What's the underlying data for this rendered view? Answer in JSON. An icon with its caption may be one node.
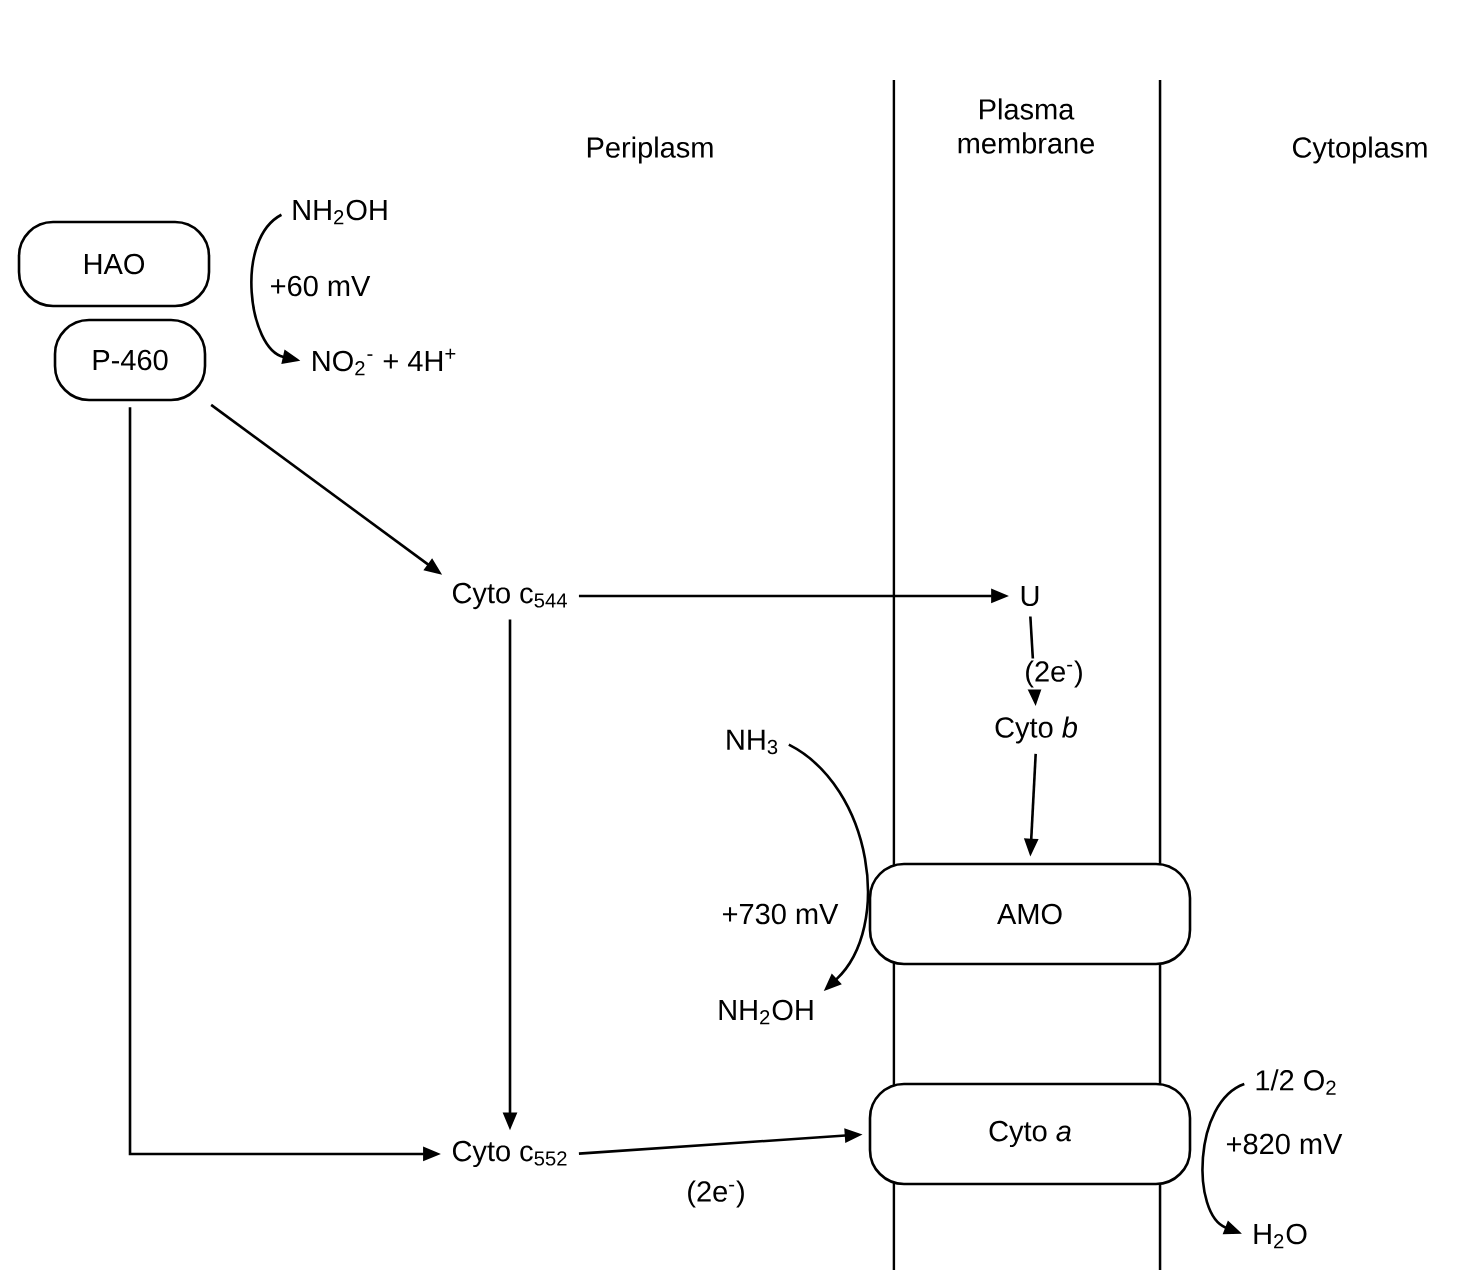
{
  "diagram": {
    "nodes": [
      {
        "text": [
          "HAO"
        ]
      },
      {
        "text": [
          "P-460"
        ]
      },
      {
        "text": [
          "Cyto c$_{544}$"
        ]
      },
      {
        "text": [
          "U"
        ]
      },
      {
        "text": [
          "Cyto *b*"
        ]
      },
      {
        "text": [
          "AMO"
        ]
      },
      {
        "text": [
          "Cyto c$_{552}$"
        ]
      },
      {
        "text": [
          "Cyto *a*"
        ]
      },
      {
        "text": [
          "NH$_{2}$OH"
        ]
      },
      {
        "text": [
          "NO$_{2}$$^{-}$ + 4H$^{+}$"
        ]
      },
      {
        "text": [
          "NH$_{3}$"
        ]
      },
      {
        "text": [
          "NH$_{2}$OH"
        ]
      },
      {
        "text": [
          "1/2 O$_{2}$"
        ]
      },
      {
        "text": [
          "H$_{2}$O"
        ]
      }
    ],
    "edges": [
      {
        "from": 1,
        "to": 2,
        "arrow": "to"
      },
      {
        "from": 2,
        "to": 3,
        "arrow": "to"
      },
      {
        "from": 3,
        "to": 4,
        "arrow": "to",
        "label": "(2e$^{-}$)"
      },
      {
        "from": 4,
        "to": 5,
        "arrow": "to"
      },
      {
        "from": 2,
        "to": 6,
        "arrow": "to"
      },
      {
        "from": 1,
        "to": 6,
        "arrow": "to"
      },
      {
        "from": 6,
        "to": 7,
        "arrow": "to",
        "label": "(2e$^{-}$)"
      },
      {
        "from": 8,
        "to": 9,
        "arrow": "to",
        "label": "+60 mV"
      },
      {
        "from": 10,
        "to": 11,
        "arrow": "to",
        "label": "+730 mV"
      },
      {
        "from": 12,
        "to": 13,
        "arrow": "to",
        "label": "+820 mV"
      }
    ],
    "labels": [
      "Periplasm",
      "Plasma membrane",
      "Cytoplasm"
    ]
  }
}
